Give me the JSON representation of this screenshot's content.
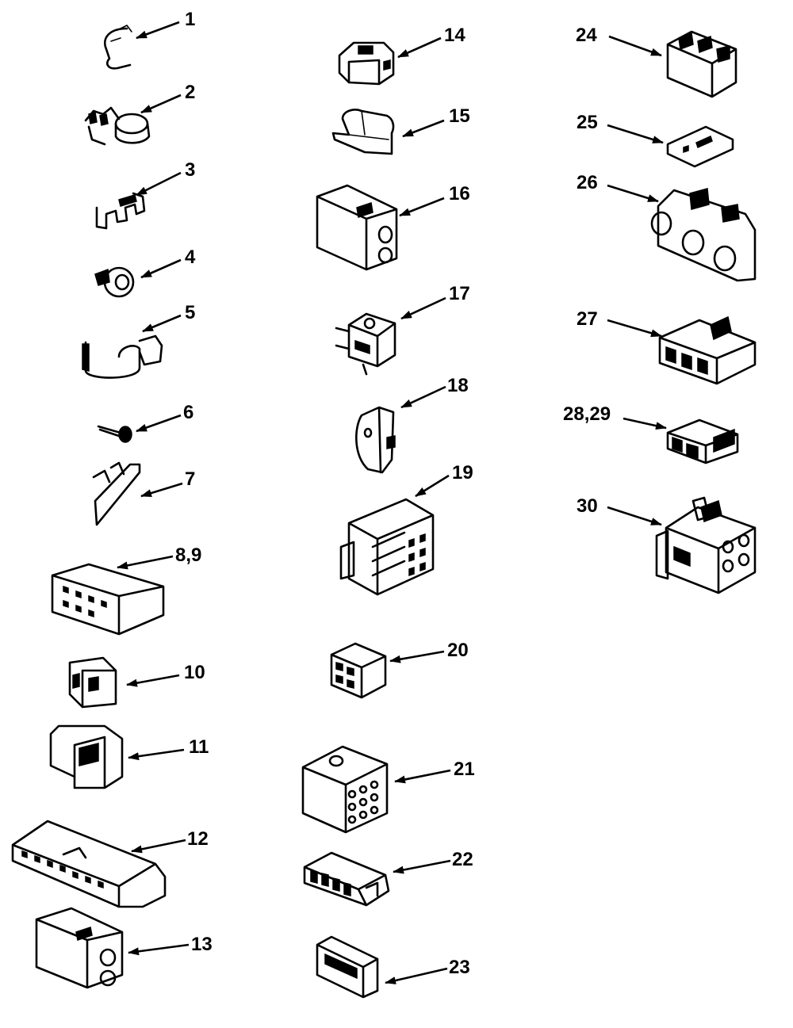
{
  "parts": [
    {
      "label": "1"
    },
    {
      "label": "2"
    },
    {
      "label": "3"
    },
    {
      "label": "4"
    },
    {
      "label": "5"
    },
    {
      "label": "6"
    },
    {
      "label": "7"
    },
    {
      "label": "8,9"
    },
    {
      "label": "10"
    },
    {
      "label": "11"
    },
    {
      "label": "12"
    },
    {
      "label": "13"
    },
    {
      "label": "14"
    },
    {
      "label": "15"
    },
    {
      "label": "16"
    },
    {
      "label": "17"
    },
    {
      "label": "18"
    },
    {
      "label": "19"
    },
    {
      "label": "20"
    },
    {
      "label": "21"
    },
    {
      "label": "22"
    },
    {
      "label": "23"
    },
    {
      "label": "24"
    },
    {
      "label": "25"
    },
    {
      "label": "26"
    },
    {
      "label": "27"
    },
    {
      "label": "28,29"
    },
    {
      "label": "30"
    }
  ],
  "colors": {
    "ink": "#000000",
    "paper": "#ffffff"
  }
}
